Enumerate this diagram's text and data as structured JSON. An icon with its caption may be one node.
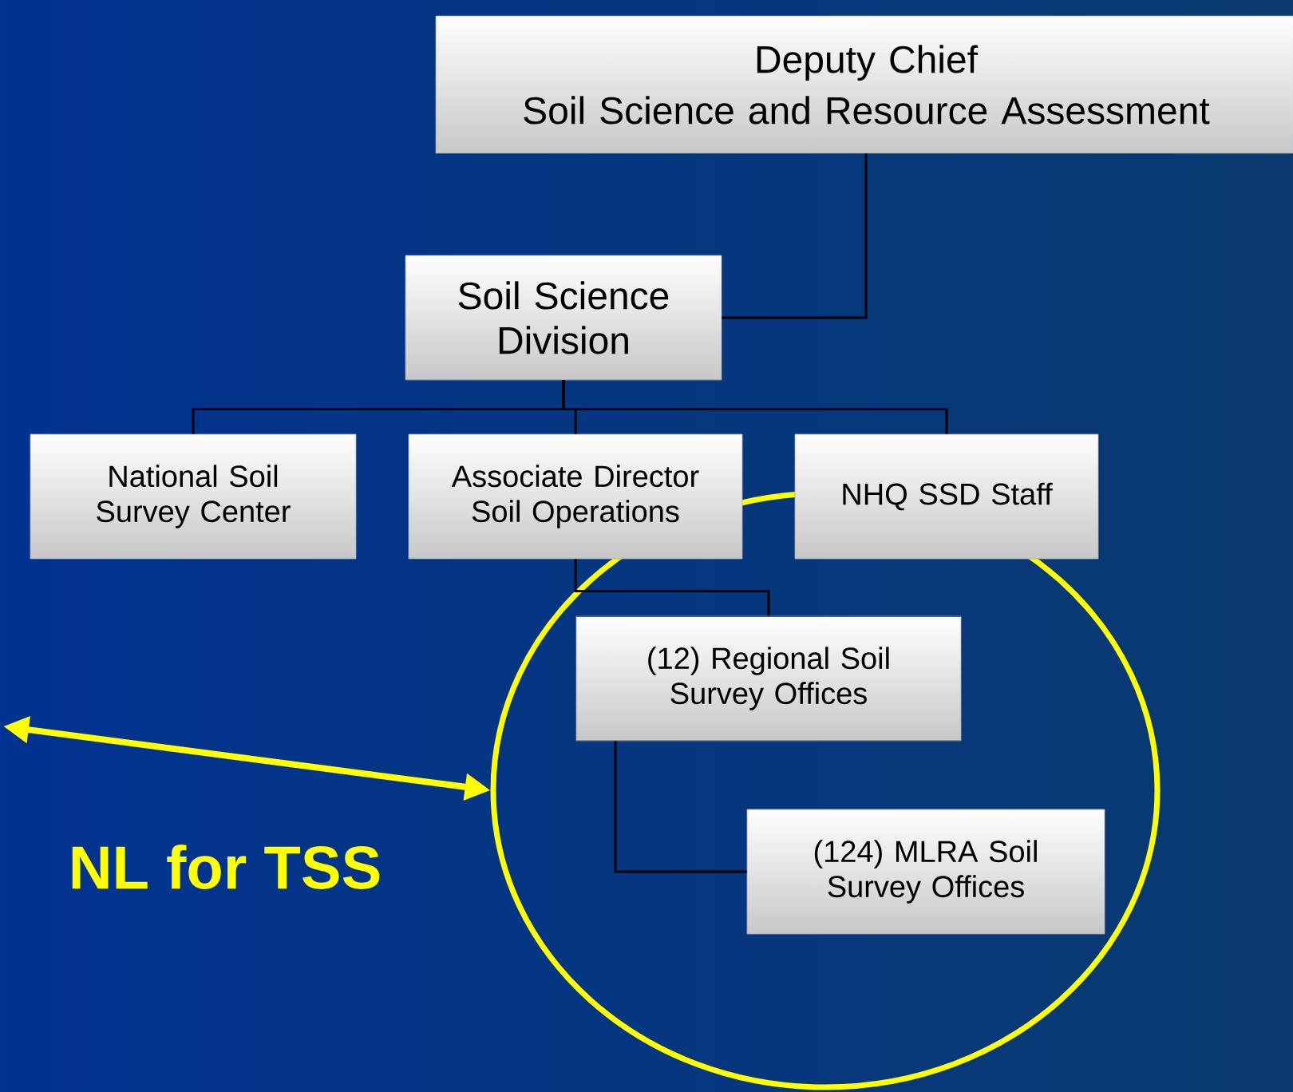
{
  "diagram": {
    "nodes": [
      {
        "text": [
          "Deputy Chief",
          "Soil Science and Resource Assessment"
        ]
      },
      {
        "text": [
          "Soil Science Division"
        ]
      },
      {
        "text": [
          "National Soil Survey Center"
        ]
      },
      {
        "text": [
          "Associate Director Soil Operations"
        ]
      },
      {
        "text": [
          "NHQ SSD Staff"
        ]
      },
      {
        "text": [
          "(12) Regional Soil Survey Offices"
        ],
        "in": 7
      },
      {
        "text": [
          "(124) MLRA Soil Survey Offices"
        ],
        "in": 7
      },
      {
        "text": [],
        "shape": "ellipse"
      }
    ],
    "edges": [
      {
        "from": 0,
        "to": 1,
        "arrow": "none"
      },
      {
        "from": 1,
        "to": 2,
        "arrow": "none"
      },
      {
        "from": 1,
        "to": 3,
        "arrow": "none"
      },
      {
        "from": 1,
        "to": 4,
        "arrow": "none"
      },
      {
        "from": 3,
        "to": 5,
        "arrow": "none"
      },
      {
        "from": 5,
        "to": 6,
        "arrow": "none"
      },
      {
        "from": null,
        "to": 7,
        "arrow": "both",
        "style": "thick",
        "color": "#ffff00"
      }
    ],
    "labels": [
      "NL for TSS"
    ]
  }
}
